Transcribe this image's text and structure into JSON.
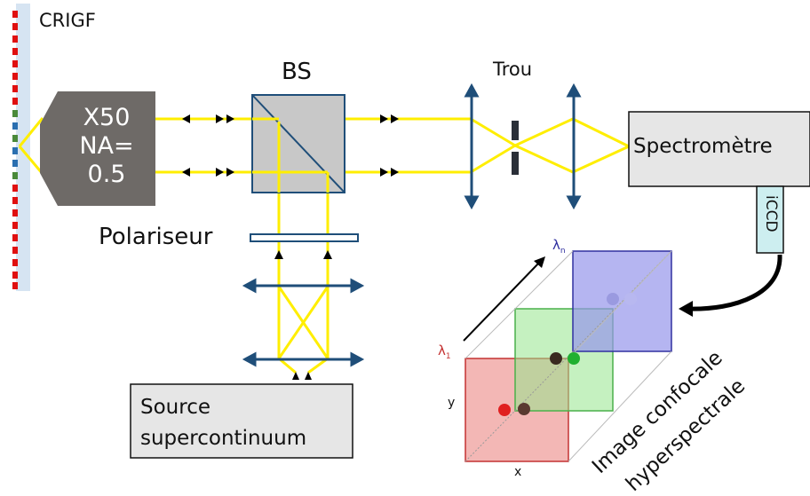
{
  "labels": {
    "crigf": "CRIGF",
    "bs": "BS",
    "trou": "Trou",
    "polariseur": "Polariseur",
    "spectrometre": "Spectromètre",
    "iccd": "iCCD",
    "source_line1": "Source",
    "source_line2": "supercontinuum",
    "objective": [
      "X50",
      "NA=",
      "0.5"
    ],
    "image_line1": "Image confocale",
    "image_line2": "hyperspectrale"
  },
  "cube": {
    "lambda_1": "λ",
    "lambda_1_sub": "1",
    "lambda_n": "λ",
    "lambda_n_sub": "n",
    "axis_x": "x",
    "axis_y": "y"
  },
  "colors": {
    "beam": "#ffee00",
    "optics": "#1f4e79",
    "objective": "#6e6a67",
    "beamsplitter": "#c8c8c8",
    "box": "#e6e6e6",
    "iccd": "#cdeef0",
    "grating_red": "#e01010",
    "grating_green": "#4a8a3a",
    "grating_blue": "#2a6fb0"
  }
}
